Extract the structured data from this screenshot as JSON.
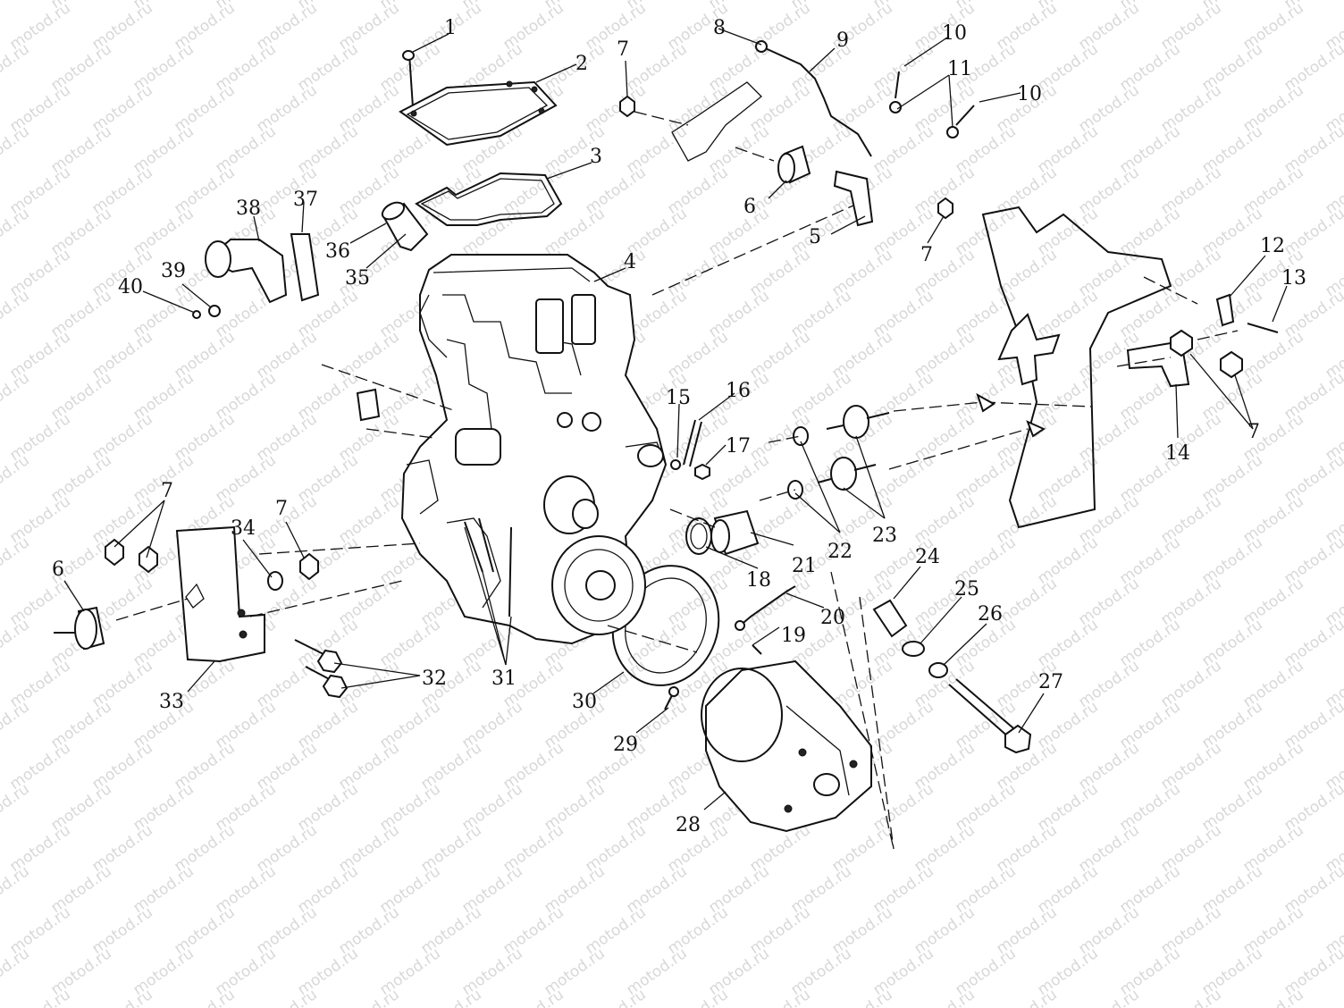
{
  "watermark": "motod.ru",
  "callouts": [
    "1",
    "2",
    "3",
    "4",
    "5",
    "6",
    "7",
    "8",
    "9",
    "10",
    "11",
    "12",
    "13",
    "14",
    "15",
    "16",
    "17",
    "18",
    "19",
    "20",
    "21",
    "22",
    "23",
    "24",
    "25",
    "26",
    "27",
    "28",
    "29",
    "30",
    "31",
    "32",
    "33",
    "34",
    "35",
    "36",
    "37",
    "38",
    "39",
    "40"
  ],
  "colors": {
    "ink": "#111111",
    "watermark": "#d8d8d8",
    "background": "#ffffff"
  }
}
